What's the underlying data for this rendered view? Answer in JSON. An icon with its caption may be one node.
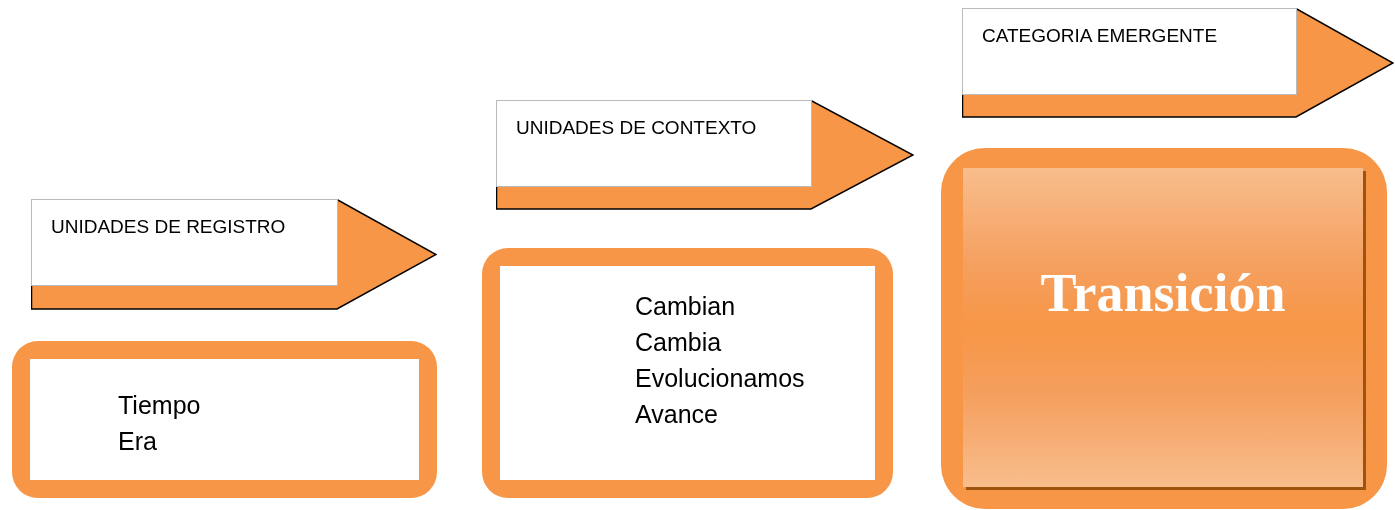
{
  "diagram": {
    "nodes": [
      {
        "text": [
          "UNIDADES DE REGISTRO"
        ]
      },
      {
        "text": [
          "UNIDADES DE CONTEXTO"
        ]
      },
      {
        "text": [
          "CATEGORIA EMERGENTE"
        ]
      },
      {
        "text": [
          "Tiempo",
          "Era"
        ]
      },
      {
        "text": [
          "Cambian",
          "Cambia",
          "Evolucionamos",
          "Avance"
        ]
      },
      {
        "text": [
          "Transición"
        ]
      }
    ]
  }
}
